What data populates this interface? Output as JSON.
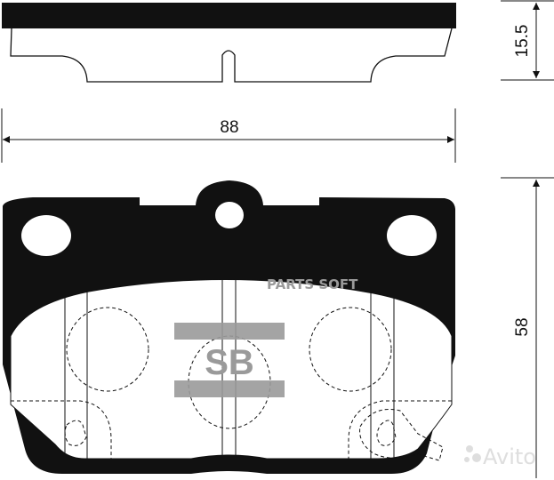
{
  "dimensions": {
    "thickness": "15.5",
    "width": "88",
    "height": "58"
  },
  "watermarks": {
    "parts_soft": "PARTS SOFT",
    "brand_logo": "SB",
    "avito": "Avito"
  },
  "colors": {
    "backing_plate": "#111111",
    "logo_gray": "#9a9a9a"
  }
}
